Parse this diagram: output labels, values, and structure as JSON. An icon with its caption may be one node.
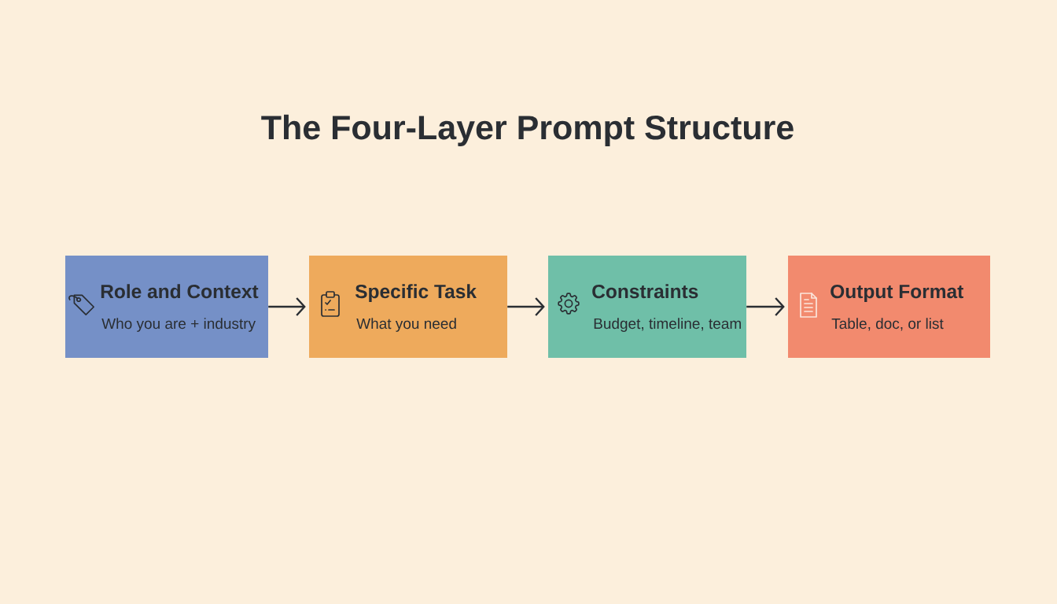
{
  "diagram": {
    "title": "The Four-Layer Prompt Structure",
    "nodes": [
      {
        "text": [
          "Role and Context",
          "Who you are + industry"
        ]
      },
      {
        "text": [
          "Specific Task",
          "What you need"
        ]
      },
      {
        "text": [
          "Constraints",
          "Budget, timeline, team"
        ]
      },
      {
        "text": [
          "Output Format",
          "Table, doc, or list"
        ]
      }
    ],
    "edges": [
      {
        "from": 0,
        "to": 1,
        "arrow": "to"
      },
      {
        "from": 1,
        "to": 2,
        "arrow": "to"
      },
      {
        "from": 2,
        "to": 3,
        "arrow": "to"
      }
    ]
  }
}
